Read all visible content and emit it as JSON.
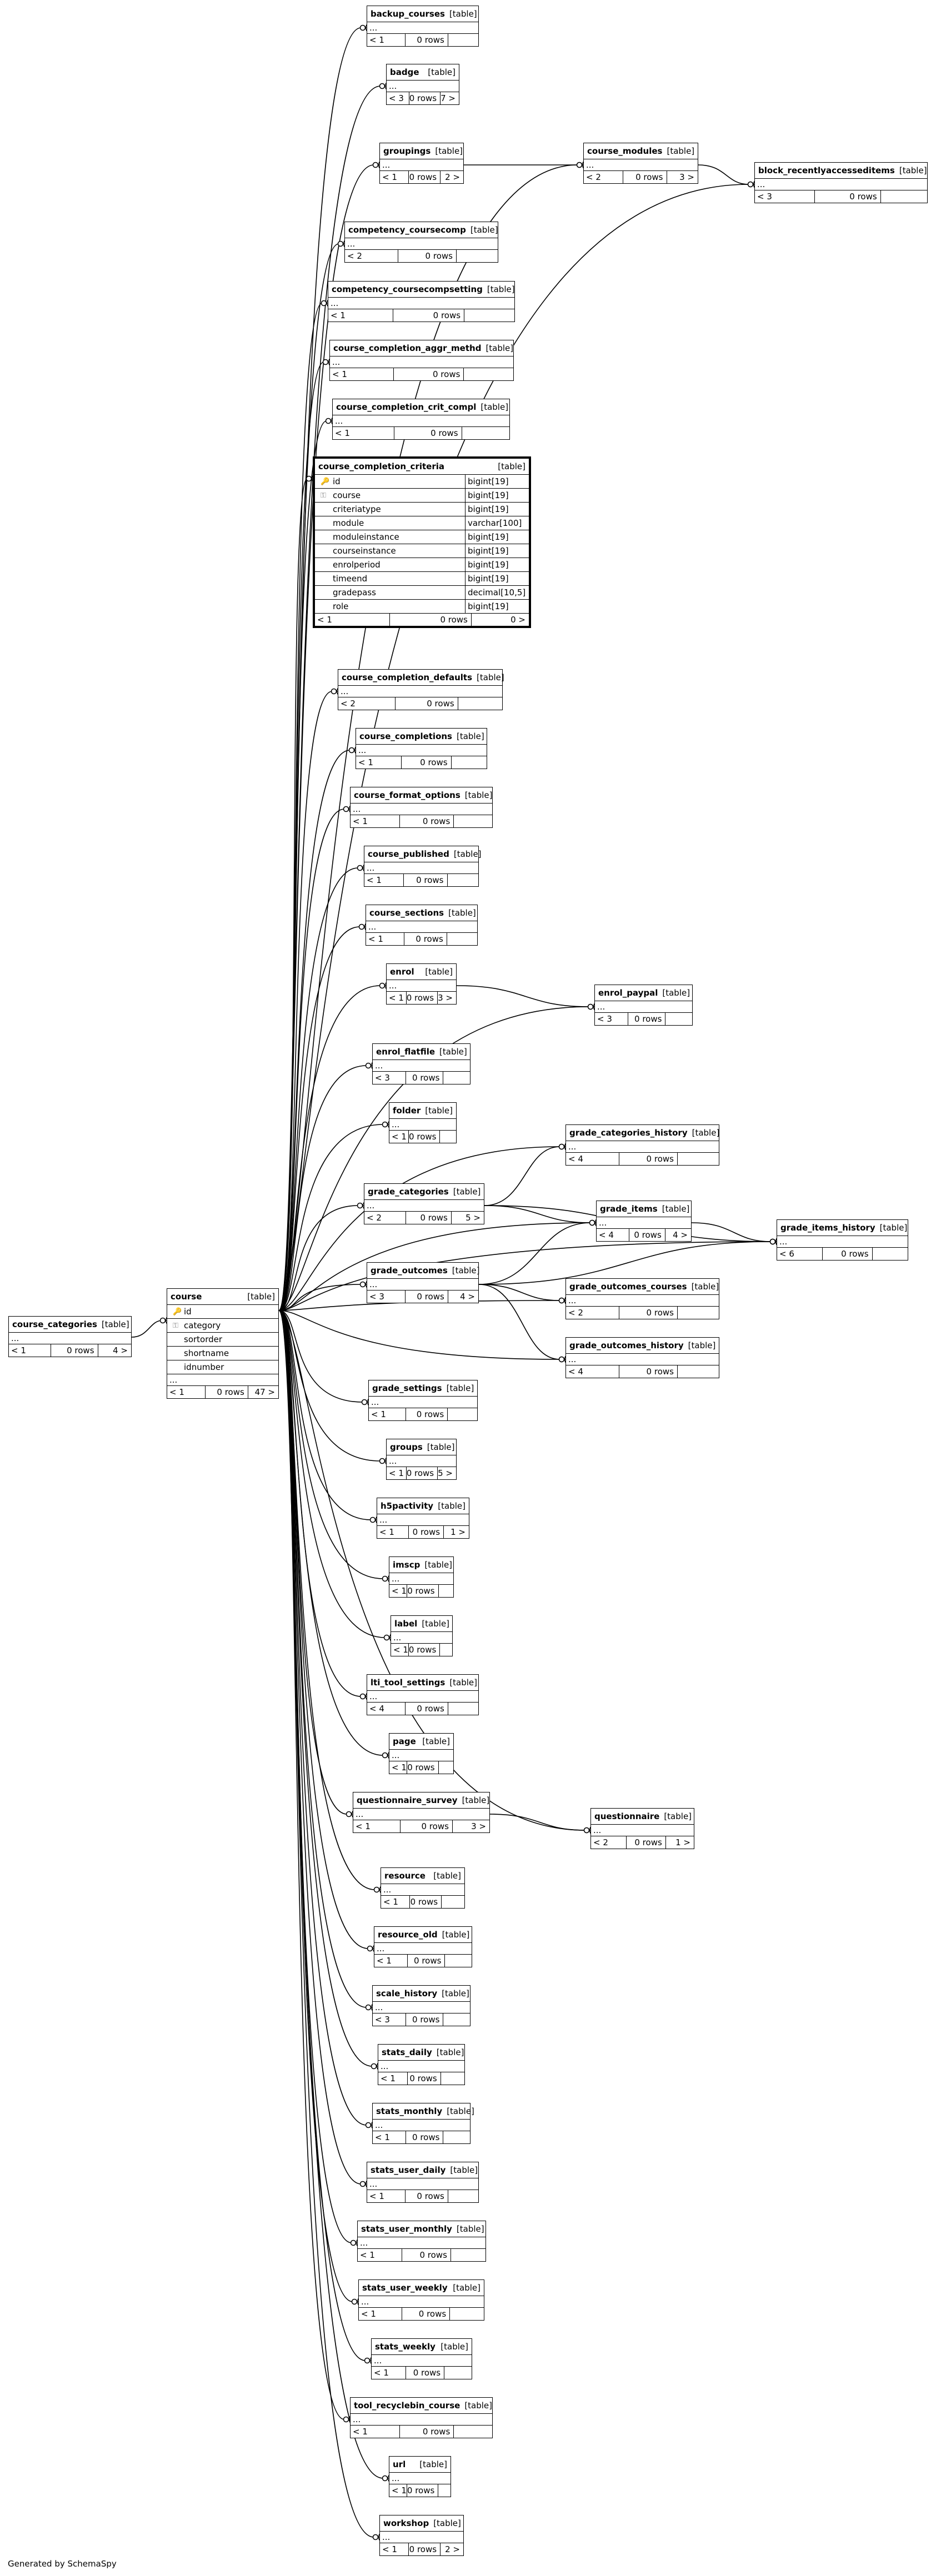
{
  "footer": "Generated by SchemaSpy",
  "tables": [
    {
      "id": "backup_courses",
      "name": "backup_courses",
      "kind": "[table]",
      "parent": "<",
      "children": "",
      "rows": "0 rows",
      "pc": "1",
      "cc": ""
    },
    {
      "id": "badge",
      "name": "badge",
      "kind": "[table]",
      "parent": "<",
      "rows": "0 rows",
      "pc": "3",
      "cc": "7 >"
    },
    {
      "id": "groupings",
      "name": "groupings",
      "kind": "[table]",
      "parent": "<",
      "rows": "0 rows",
      "pc": "1",
      "cc": "2 >"
    },
    {
      "id": "course_modules",
      "name": "course_modules",
      "kind": "[table]",
      "parent": "<",
      "rows": "0 rows",
      "pc": "2",
      "cc": "3 >"
    },
    {
      "id": "block_recentlyaccesseditems",
      "name": "block_recentlyaccesseditems",
      "kind": "[table]",
      "parent": "<",
      "rows": "0 rows",
      "pc": "3",
      "cc": ""
    },
    {
      "id": "competency_coursecomp",
      "name": "competency_coursecomp",
      "kind": "[table]",
      "parent": "<",
      "rows": "0 rows",
      "pc": "2",
      "cc": ""
    },
    {
      "id": "competency_coursecompsetting",
      "name": "competency_coursecompsetting",
      "kind": "[table]",
      "parent": "<",
      "rows": "0 rows",
      "pc": "1",
      "cc": ""
    },
    {
      "id": "course_completion_aggr_methd",
      "name": "course_completion_aggr_methd",
      "kind": "[table]",
      "parent": "<",
      "rows": "0 rows",
      "pc": "1",
      "cc": ""
    },
    {
      "id": "course_completion_crit_compl",
      "name": "course_completion_crit_compl",
      "kind": "[table]",
      "parent": "<",
      "rows": "0 rows",
      "pc": "1",
      "cc": ""
    },
    {
      "id": "course_completion_defaults",
      "name": "course_completion_defaults",
      "kind": "[table]",
      "parent": "<",
      "rows": "0 rows",
      "pc": "2",
      "cc": ""
    },
    {
      "id": "course_completions",
      "name": "course_completions",
      "kind": "[table]",
      "parent": "<",
      "rows": "0 rows",
      "pc": "1",
      "cc": ""
    },
    {
      "id": "course_format_options",
      "name": "course_format_options",
      "kind": "[table]",
      "parent": "<",
      "rows": "0 rows",
      "pc": "1",
      "cc": ""
    },
    {
      "id": "course_published",
      "name": "course_published",
      "kind": "[table]",
      "parent": "<",
      "rows": "0 rows",
      "pc": "1",
      "cc": ""
    },
    {
      "id": "course_sections",
      "name": "course_sections",
      "kind": "[table]",
      "parent": "<",
      "rows": "0 rows",
      "pc": "1",
      "cc": ""
    },
    {
      "id": "enrol",
      "name": "enrol",
      "kind": "[table]",
      "parent": "<",
      "rows": "0 rows",
      "pc": "1",
      "cc": "3 >"
    },
    {
      "id": "enrol_paypal",
      "name": "enrol_paypal",
      "kind": "[table]",
      "parent": "<",
      "rows": "0 rows",
      "pc": "3",
      "cc": ""
    },
    {
      "id": "enrol_flatfile",
      "name": "enrol_flatfile",
      "kind": "[table]",
      "parent": "<",
      "rows": "0 rows",
      "pc": "3",
      "cc": ""
    },
    {
      "id": "folder",
      "name": "folder",
      "kind": "[table]",
      "parent": "<",
      "rows": "0 rows",
      "pc": "1",
      "cc": ""
    },
    {
      "id": "grade_categories_history",
      "name": "grade_categories_history",
      "kind": "[table]",
      "parent": "<",
      "rows": "0 rows",
      "pc": "4",
      "cc": ""
    },
    {
      "id": "grade_categories",
      "name": "grade_categories",
      "kind": "[table]",
      "parent": "<",
      "rows": "0 rows",
      "pc": "2",
      "cc": "5 >"
    },
    {
      "id": "grade_items",
      "name": "grade_items",
      "kind": "[table]",
      "parent": "<",
      "rows": "0 rows",
      "pc": "4",
      "cc": "4 >"
    },
    {
      "id": "grade_items_history",
      "name": "grade_items_history",
      "kind": "[table]",
      "parent": "<",
      "rows": "0 rows",
      "pc": "6",
      "cc": ""
    },
    {
      "id": "grade_outcomes",
      "name": "grade_outcomes",
      "kind": "[table]",
      "parent": "<",
      "rows": "0 rows",
      "pc": "3",
      "cc": "4 >"
    },
    {
      "id": "grade_outcomes_courses",
      "name": "grade_outcomes_courses",
      "kind": "[table]",
      "parent": "<",
      "rows": "0 rows",
      "pc": "2",
      "cc": ""
    },
    {
      "id": "grade_outcomes_history",
      "name": "grade_outcomes_history",
      "kind": "[table]",
      "parent": "<",
      "rows": "0 rows",
      "pc": "4",
      "cc": ""
    },
    {
      "id": "course_categories",
      "name": "course_categories",
      "kind": "[table]",
      "parent": "<",
      "rows": "0 rows",
      "pc": "1",
      "cc": "4 >"
    },
    {
      "id": "grade_settings",
      "name": "grade_settings",
      "kind": "[table]",
      "parent": "<",
      "rows": "0 rows",
      "pc": "1",
      "cc": ""
    },
    {
      "id": "groups",
      "name": "groups",
      "kind": "[table]",
      "parent": "<",
      "rows": "0 rows",
      "pc": "1",
      "cc": "5 >"
    },
    {
      "id": "h5pactivity",
      "name": "h5pactivity",
      "kind": "[table]",
      "parent": "<",
      "rows": "0 rows",
      "pc": "1",
      "cc": "1 >"
    },
    {
      "id": "imscp",
      "name": "imscp",
      "kind": "[table]",
      "parent": "<",
      "rows": "0 rows",
      "pc": "1",
      "cc": ""
    },
    {
      "id": "label",
      "name": "label",
      "kind": "[table]",
      "parent": "<",
      "rows": "0 rows",
      "pc": "1",
      "cc": ""
    },
    {
      "id": "lti_tool_settings",
      "name": "lti_tool_settings",
      "kind": "[table]",
      "parent": "<",
      "rows": "0 rows",
      "pc": "4",
      "cc": ""
    },
    {
      "id": "page",
      "name": "page",
      "kind": "[table]",
      "parent": "<",
      "rows": "0 rows",
      "pc": "1",
      "cc": ""
    },
    {
      "id": "questionnaire_survey",
      "name": "questionnaire_survey",
      "kind": "[table]",
      "parent": "<",
      "rows": "0 rows",
      "pc": "1",
      "cc": "3 >"
    },
    {
      "id": "questionnaire",
      "name": "questionnaire",
      "kind": "[table]",
      "parent": "<",
      "rows": "0 rows",
      "pc": "2",
      "cc": "1 >"
    },
    {
      "id": "resource",
      "name": "resource",
      "kind": "[table]",
      "parent": "<",
      "rows": "0 rows",
      "pc": "1",
      "cc": ""
    },
    {
      "id": "resource_old",
      "name": "resource_old",
      "kind": "[table]",
      "parent": "<",
      "rows": "0 rows",
      "pc": "1",
      "cc": ""
    },
    {
      "id": "scale_history",
      "name": "scale_history",
      "kind": "[table]",
      "parent": "<",
      "rows": "0 rows",
      "pc": "3",
      "cc": ""
    },
    {
      "id": "stats_daily",
      "name": "stats_daily",
      "kind": "[table]",
      "parent": "<",
      "rows": "0 rows",
      "pc": "1",
      "cc": ""
    },
    {
      "id": "stats_monthly",
      "name": "stats_monthly",
      "kind": "[table]",
      "parent": "<",
      "rows": "0 rows",
      "pc": "1",
      "cc": ""
    },
    {
      "id": "stats_user_daily",
      "name": "stats_user_daily",
      "kind": "[table]",
      "parent": "<",
      "rows": "0 rows",
      "pc": "1",
      "cc": ""
    },
    {
      "id": "stats_user_monthly",
      "name": "stats_user_monthly",
      "kind": "[table]",
      "parent": "<",
      "rows": "0 rows",
      "pc": "1",
      "cc": ""
    },
    {
      "id": "stats_user_weekly",
      "name": "stats_user_weekly",
      "kind": "[table]",
      "parent": "<",
      "rows": "0 rows",
      "pc": "1",
      "cc": ""
    },
    {
      "id": "stats_weekly",
      "name": "stats_weekly",
      "kind": "[table]",
      "parent": "<",
      "rows": "0 rows",
      "pc": "1",
      "cc": ""
    },
    {
      "id": "tool_recyclebin_course",
      "name": "tool_recyclebin_course",
      "kind": "[table]",
      "parent": "<",
      "rows": "0 rows",
      "pc": "1",
      "cc": ""
    },
    {
      "id": "url",
      "name": "url",
      "kind": "[table]",
      "parent": "<",
      "rows": "0 rows",
      "pc": "1",
      "cc": ""
    },
    {
      "id": "workshop",
      "name": "workshop",
      "kind": "[table]",
      "parent": "<",
      "rows": "0 rows",
      "pc": "1",
      "cc": "2 >"
    }
  ],
  "course": {
    "name": "course",
    "kind": "[table]",
    "columns": [
      {
        "name": "id",
        "key": "pk"
      },
      {
        "name": "category",
        "key": "fk"
      },
      {
        "name": "sortorder",
        "key": ""
      },
      {
        "name": "shortname",
        "key": ""
      },
      {
        "name": "idnumber",
        "key": ""
      }
    ],
    "ellipsis": "...",
    "footer": {
      "parent": "< 1",
      "rows": "0 rows",
      "children": "47 >"
    }
  },
  "criteria": {
    "name": "course_completion_criteria",
    "kind": "[table]",
    "columns": [
      {
        "name": "id",
        "type": "bigint[19]",
        "key": "pk"
      },
      {
        "name": "course",
        "type": "bigint[19]",
        "key": "fk"
      },
      {
        "name": "criteriatype",
        "type": "bigint[19]",
        "key": ""
      },
      {
        "name": "module",
        "type": "varchar[100]",
        "key": ""
      },
      {
        "name": "moduleinstance",
        "type": "bigint[19]",
        "key": ""
      },
      {
        "name": "courseinstance",
        "type": "bigint[19]",
        "key": ""
      },
      {
        "name": "enrolperiod",
        "type": "bigint[19]",
        "key": ""
      },
      {
        "name": "timeend",
        "type": "bigint[19]",
        "key": ""
      },
      {
        "name": "gradepass",
        "type": "decimal[10,5]",
        "key": ""
      },
      {
        "name": "role",
        "type": "bigint[19]",
        "key": ""
      }
    ],
    "footer": {
      "parent": "< 1",
      "rows": "0 rows",
      "children": "0 >"
    }
  },
  "ellipsis": "..."
}
